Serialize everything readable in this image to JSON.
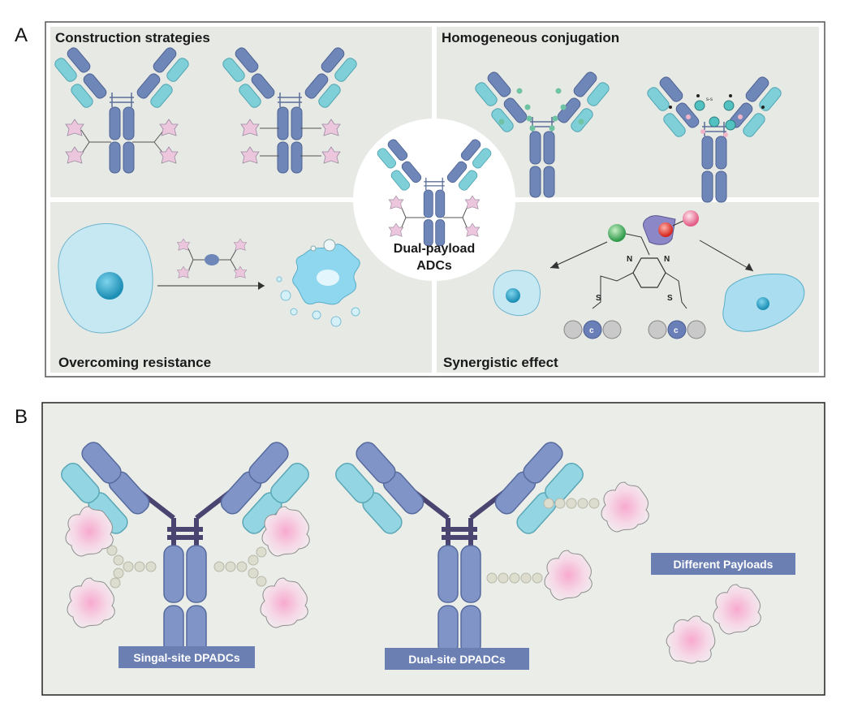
{
  "panel_a": {
    "letter": "A",
    "quadrants": {
      "top_left": "Construction strategies",
      "top_right": "Homogeneous conjugation",
      "bottom_left": "Overcoming resistance",
      "bottom_right": "Synergistic effect"
    },
    "center": {
      "line1": "Dual-payload",
      "line2": "ADCs"
    },
    "chem": {
      "n1": "N",
      "n2": "N",
      "s1": "S",
      "s2": "S",
      "c1": "c",
      "c2": "c",
      "ss": "s-s"
    }
  },
  "panel_b": {
    "letter": "B",
    "labels": {
      "single_site": "Singal-site DPADCs",
      "dual_site": "Dual-site DPADCs",
      "different_payloads": "Different Payloads"
    }
  },
  "colors": {
    "heavy_chain": "#7a8fbf",
    "light_chain": "#8fd3dd",
    "hinge": "#4a4470",
    "payload": "#f3c8dd",
    "linker": "#dcdccf",
    "label_box": "#6b7fb3",
    "panel_bg": "#ebede8",
    "cell": "#c6e8f2",
    "nucleus": "#2fa6c8"
  }
}
